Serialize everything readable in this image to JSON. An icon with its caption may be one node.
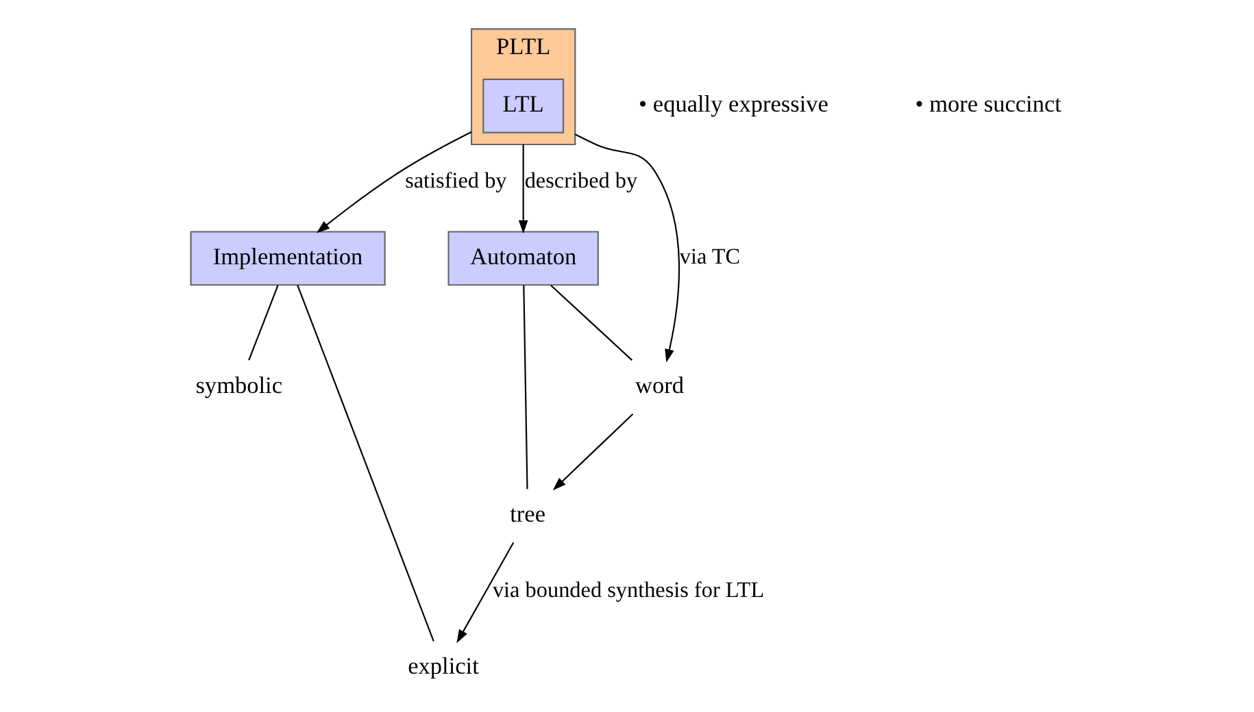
{
  "diagram": {
    "nodes": [
      {
        "text": [
          "PLTL"
        ],
        "beside": [
          "• equally expressive",
          "• more succinct"
        ]
      },
      {
        "text": [
          "LTL"
        ],
        "in": 0
      },
      {
        "text": [
          "Implementation"
        ]
      },
      {
        "text": [
          "Automaton"
        ]
      },
      {
        "text": [
          "explicit"
        ]
      },
      {
        "text": [
          "symbolic"
        ]
      },
      {
        "text": [
          "word"
        ]
      },
      {
        "text": [
          "tree"
        ]
      }
    ],
    "edges": [
      {
        "from": 0,
        "to": 2,
        "arrow": "to",
        "label": "satisfied by"
      },
      {
        "from": 0,
        "to": 6,
        "arrow": "to",
        "label": "via TC"
      },
      {
        "from": 0,
        "to": 3,
        "arrow": "to",
        "label": "described by"
      },
      {
        "from": 2,
        "to": 4,
        "arrow": "none"
      },
      {
        "from": 2,
        "to": 5,
        "arrow": "none"
      },
      {
        "from": 3,
        "to": 6,
        "arrow": "none"
      },
      {
        "from": 3,
        "to": 7,
        "arrow": "none"
      },
      {
        "from": 6,
        "to": 7,
        "arrow": "to"
      },
      {
        "from": 7,
        "to": 4,
        "arrow": "to",
        "label": "via bounded synthesis for LTL"
      }
    ]
  }
}
